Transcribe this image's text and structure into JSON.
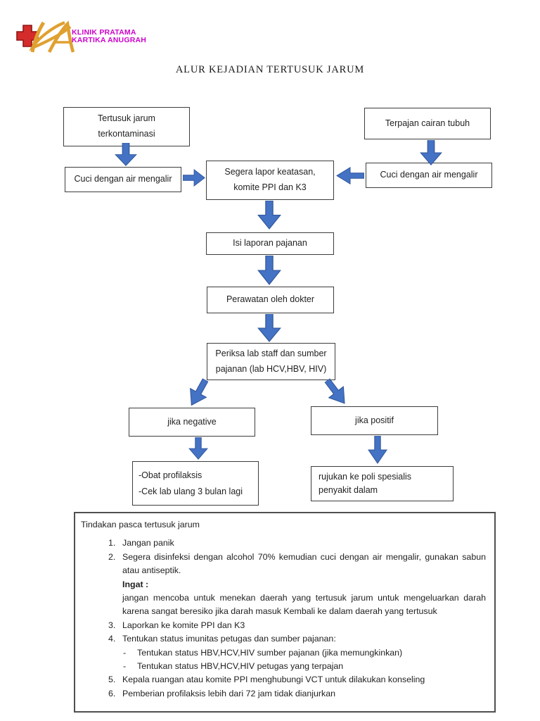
{
  "logo": {
    "line1": "KLINIK PRATAMA",
    "line2": "KARTIKA ANUGRAH",
    "cross_color": "#d42b2b",
    "monogram_color": "#e0a030",
    "text_color": "#cc00cc"
  },
  "title": "ALUR KEJADIAN TERTUSUK JARUM",
  "flowchart": {
    "arrow_color": "#4472c4",
    "nodes": {
      "needle": "Tertusuk jarum terkontaminasi",
      "fluid": "Terpajan cairan tubuh",
      "wash_left": "Cuci dengan air mengalir",
      "report": "Segera lapor keatasan, komite PPI dan K3",
      "wash_right": "Cuci dengan air mengalir",
      "form": "Isi laporan pajanan",
      "doctor": "Perawatan oleh dokter",
      "lab": "Periksa lab staff dan sumber pajanan (lab HCV,HBV, HIV)",
      "negative": "jika negative",
      "positive": "jika positif",
      "prophylaxis_line1": "-Obat profilaksis",
      "prophylaxis_line2": "-Cek lab ulang 3 bulan lagi",
      "referral": "rujukan ke poli spesialis penyakit dalam"
    }
  },
  "actions": {
    "title": "Tindakan pasca tertusuk jarum",
    "items": [
      {
        "marker": "1.",
        "text": "Jangan panik"
      },
      {
        "marker": "2.",
        "text": "Segera disinfeksi dengan alcohol 70% kemudian cuci dengan air mengalir, gunakan sabun atau antiseptik."
      },
      {
        "marker": "3.",
        "text": "Laporkan ke komite PPI dan K3"
      },
      {
        "marker": "4.",
        "text": "Tentukan status imunitas petugas dan sumber pajanan:"
      },
      {
        "marker": "5.",
        "text": "Kepala ruangan atau komite PPI menghubungi VCT untuk dilakukan konseling"
      },
      {
        "marker": "6.",
        "text": "Pemberian profilaksis lebih dari 72 jam tidak dianjurkan"
      }
    ],
    "note_label": "Ingat :",
    "note_text": "jangan mencoba untuk menekan daerah yang tertusuk jarum untuk mengeluarkan darah karena sangat beresiko jika darah masuk Kembali ke dalam daerah yang tertusuk",
    "sub_items": [
      {
        "marker": "-",
        "text": "Tentukan status HBV,HCV,HIV sumber pajanan (jika memungkinkan)"
      },
      {
        "marker": "-",
        "text": "Tentukan status HBV,HCV,HIV petugas yang terpajan"
      }
    ]
  }
}
